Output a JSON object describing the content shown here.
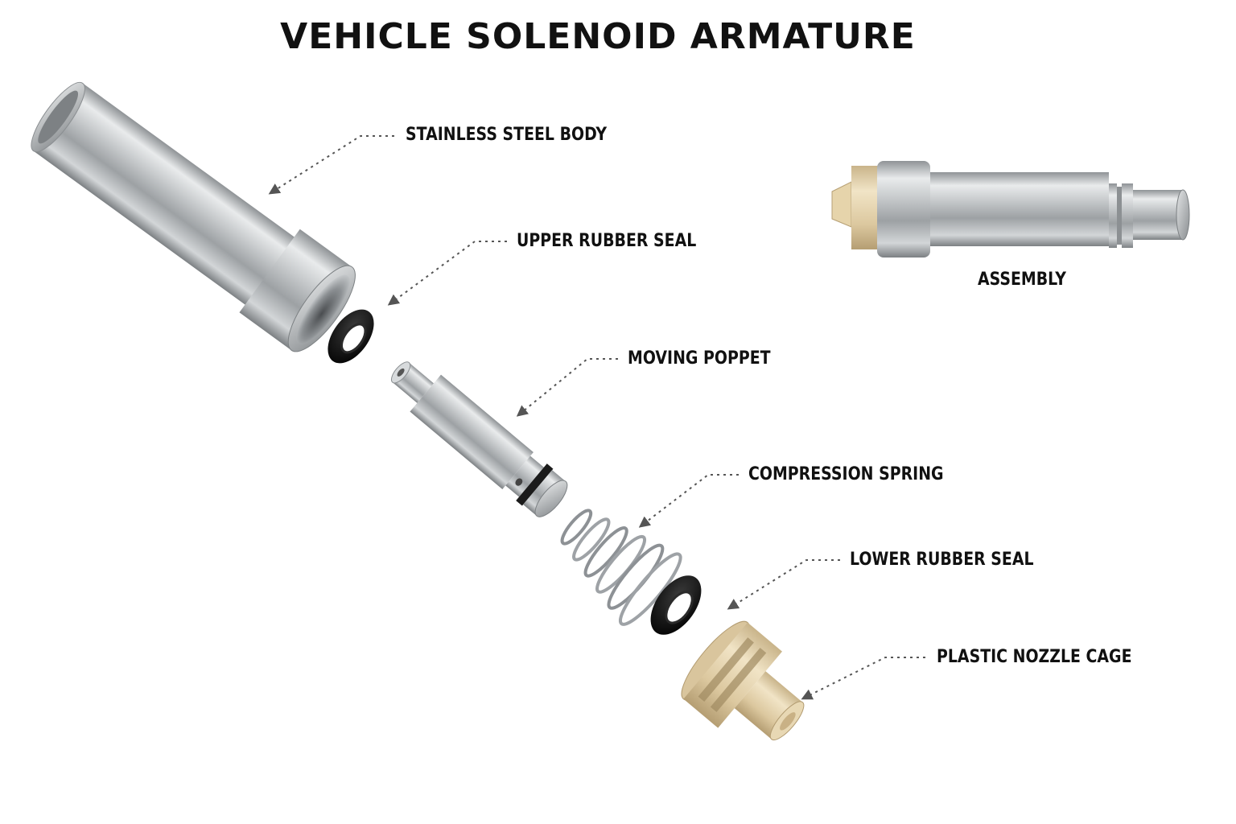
{
  "title": "VEHICLE SOLENOID ARMATURE",
  "parts": [
    {
      "id": "body",
      "label": "STAINLESS STEEL BODY",
      "icon": "steel-tube"
    },
    {
      "id": "upper_seal",
      "label": "UPPER RUBBER SEAL",
      "icon": "o-ring"
    },
    {
      "id": "poppet",
      "label": "MOVING POPPET",
      "icon": "poppet-pin"
    },
    {
      "id": "spring",
      "label": "COMPRESSION SPRING",
      "icon": "coil-spring"
    },
    {
      "id": "lower_seal",
      "label": "LOWER RUBBER SEAL",
      "icon": "o-ring"
    },
    {
      "id": "cage",
      "label": "PLASTIC NOZZLE CAGE",
      "icon": "nozzle-cage"
    }
  ],
  "assembly": {
    "label": "ASSEMBLY"
  },
  "colors": {
    "steel": "#b9bcbe",
    "rubber": "#141414",
    "plastic": "#e2cfa8",
    "leader": "#555555"
  }
}
